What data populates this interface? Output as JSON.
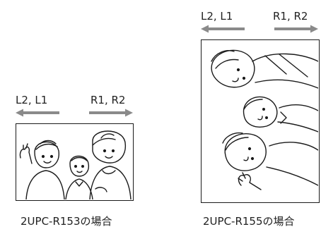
{
  "left_panel": {
    "label_left": "L2, L1",
    "label_right": "R1, R2",
    "caption": "2UPC-R153の場合",
    "arrow_color": "#8a8a8a"
  },
  "right_panel": {
    "label_left": "L2, L1",
    "label_right": "R1, R2",
    "caption": "2UPC-R155の場合",
    "arrow_color": "#8a8a8a"
  },
  "icons": {
    "left_arrow": "arrow-left-icon",
    "right_arrow": "arrow-right-icon",
    "photo": "family-sketch-icon"
  }
}
